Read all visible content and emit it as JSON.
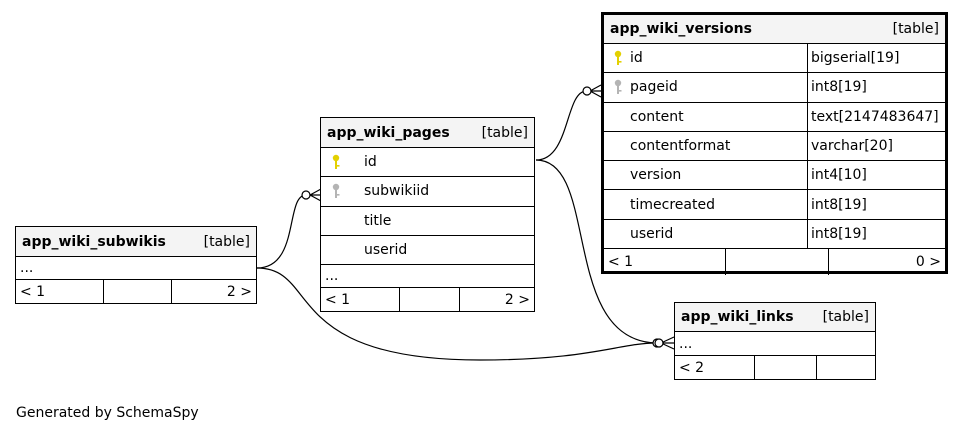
{
  "tables": {
    "versions": {
      "name": "app_wiki_versions",
      "type": "[table]",
      "rows": [
        {
          "name": "id",
          "type": "bigserial[19]"
        },
        {
          "name": "pageid",
          "type": "int8[19]"
        },
        {
          "name": "content",
          "type": "text[2147483647]"
        },
        {
          "name": "contentformat",
          "type": "varchar[20]"
        },
        {
          "name": "version",
          "type": "int4[10]"
        },
        {
          "name": "timecreated",
          "type": "int8[19]"
        },
        {
          "name": "userid",
          "type": "int8[19]"
        }
      ],
      "nav": {
        "left": "< 1",
        "right": "0 >"
      }
    },
    "pages": {
      "name": "app_wiki_pages",
      "type": "[table]",
      "rows": [
        {
          "name": "id"
        },
        {
          "name": "subwikiid"
        },
        {
          "name": "title"
        },
        {
          "name": "userid"
        }
      ],
      "more": "...",
      "nav": {
        "left": "< 1",
        "right": "2 >"
      }
    },
    "subwikis": {
      "name": "app_wiki_subwikis",
      "type": "[table]",
      "more": "...",
      "nav": {
        "left": "< 1",
        "right": "2 >"
      }
    },
    "links": {
      "name": "app_wiki_links",
      "type": "[table]",
      "more": "...",
      "nav": {
        "left": "< 2",
        "right": ""
      }
    }
  },
  "key_colors": {
    "primary": "#e3d000",
    "foreign": "#b4b4b4"
  },
  "footer": "Generated by SchemaSpy"
}
